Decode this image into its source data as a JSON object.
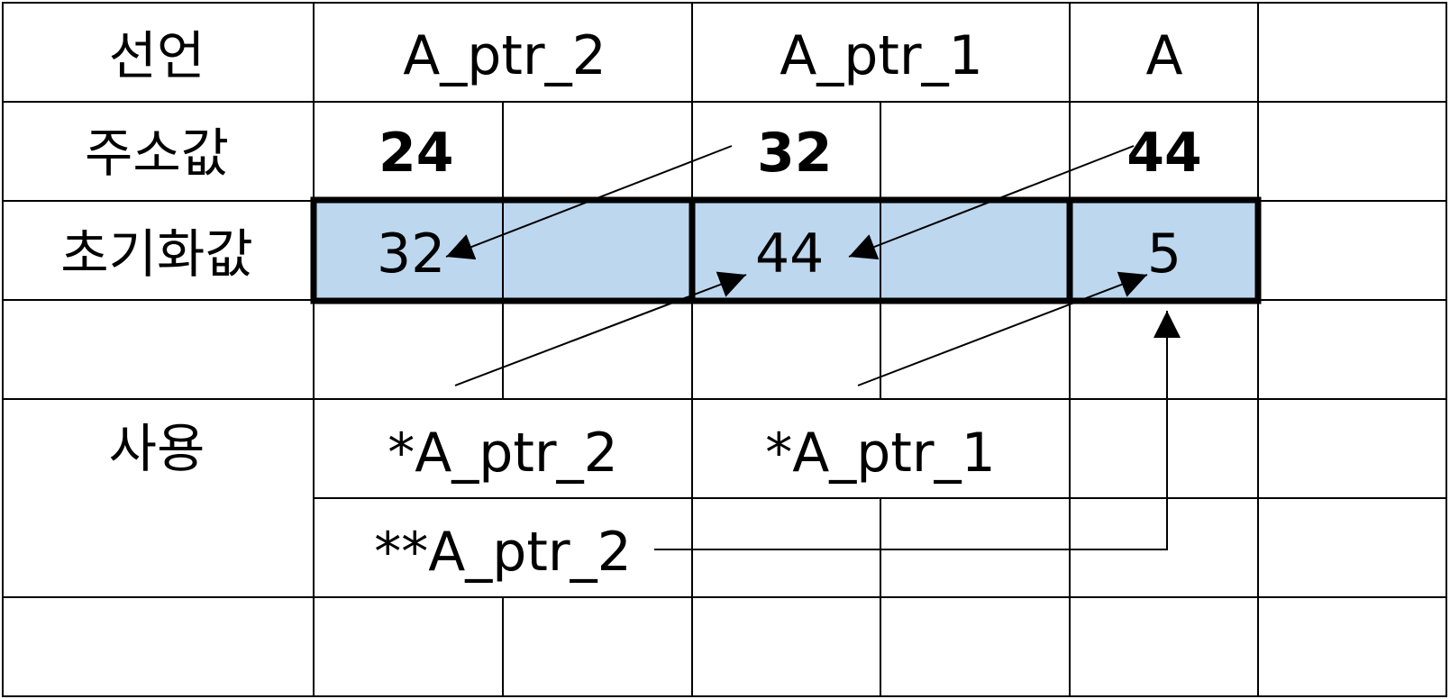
{
  "rows": {
    "declaration_label": "선언",
    "address_label": "주소값",
    "init_label": "초기화값",
    "usage_label": "사용"
  },
  "declarations": {
    "a_ptr_2": "A_ptr_2",
    "a_ptr_1": "A_ptr_1",
    "a": "A"
  },
  "addresses": {
    "a_ptr_2": "24",
    "a_ptr_1": "32",
    "a": "44"
  },
  "init_values": {
    "a_ptr_2": "32",
    "a_ptr_1": "44",
    "a": "5"
  },
  "usage": {
    "deref_a_ptr_2": "*A_ptr_2",
    "deref_a_ptr_1": "*A_ptr_1",
    "double_deref_a_ptr_2": "**A_ptr_2"
  },
  "colors": {
    "highlight_fill": "#BDD7EE",
    "grid": "#000000"
  }
}
